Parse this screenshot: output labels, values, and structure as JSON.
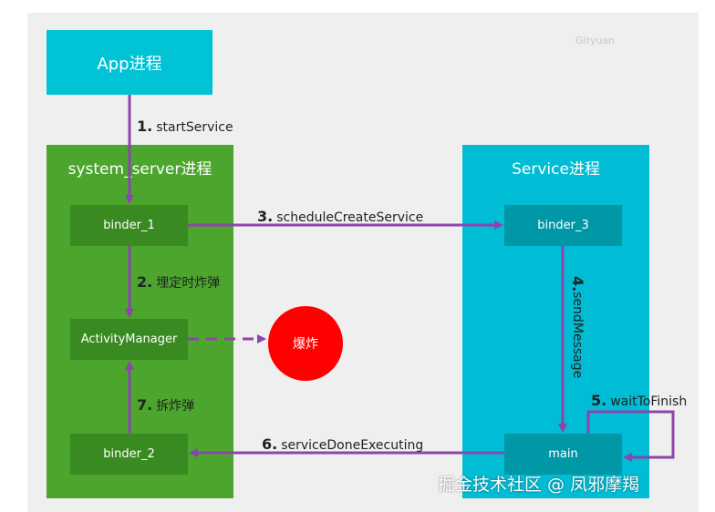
{
  "watermark_top": "Gityuan",
  "watermark_bottom": "掘金技术社区 @ 凤邪摩羯",
  "app_process": "App进程",
  "system_server": {
    "title": "system_server进程",
    "binder_1": "binder_1",
    "activity_manager": "ActivityManager",
    "binder_2": "binder_2"
  },
  "service_process": {
    "title": "Service进程",
    "binder_3": "binder_3",
    "main": "main"
  },
  "explode": "爆炸",
  "steps": [
    {
      "num": "1.",
      "text": "startService"
    },
    {
      "num": "2.",
      "text": "埋定时炸弹"
    },
    {
      "num": "3.",
      "text": "scheduleCreateService"
    },
    {
      "num": "4.",
      "text": "sendMessage"
    },
    {
      "num": "5.",
      "text": "waitToFinish"
    },
    {
      "num": "6.",
      "text": "serviceDoneExecuting"
    },
    {
      "num": "7.",
      "text": "拆炸弹"
    }
  ],
  "colors": {
    "green_container": "#4ca62d",
    "green_box": "#3a8a22",
    "cyan_container": "#00bcd4",
    "cyan_box": "#0097a7",
    "arrow": "#8e44ad",
    "bomb": "#ff0000"
  }
}
